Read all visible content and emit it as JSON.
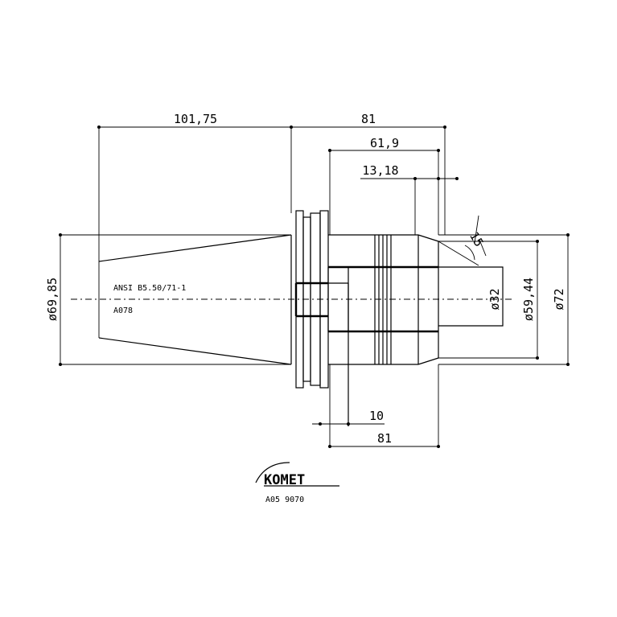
{
  "dimensions": {
    "total_taper": "101,75",
    "total_body": "81",
    "length_61_9": "61,9",
    "length_13_18": "13,18",
    "diameter_taper": "ø69,85",
    "diameter_bore": "ø32",
    "diameter_inner": "ø59,44",
    "diameter_outer": "ø72",
    "angle": "15",
    "offset_10": "10",
    "bottom_81": "81"
  },
  "notes": {
    "standard": "ANSI B5.50/71-1",
    "size": "A078"
  },
  "logo": {
    "brand": "KOMET",
    "code": "A05 9070"
  }
}
